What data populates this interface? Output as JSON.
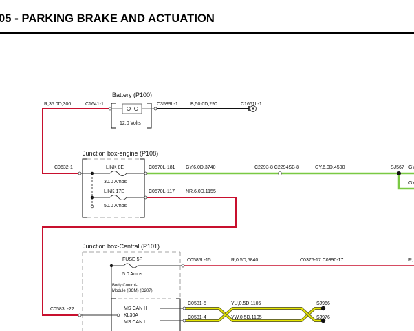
{
  "header": {
    "title": "05 - PARKING BRAKE AND ACTUATION"
  },
  "colors": {
    "red": "#c8102e",
    "black": "#111111",
    "green": "#7ac943",
    "grey": "#999999",
    "yellow": "#e6e600",
    "olive": "#6b6b2a"
  },
  "battery": {
    "title": "Battery (P100)",
    "voltage": "12.0 Volts"
  },
  "jb_engine": {
    "title": "Junction box-engine (P108)",
    "fuse1": "LINK 8E",
    "amps1": "30.0 Amps",
    "fuse2": "LINK 17E",
    "amps2": "50.0 Amps"
  },
  "jb_central": {
    "title": "Junction box-Central (P101)",
    "fuse": "FUSE 5P",
    "amps": "5.0 Amps"
  },
  "bcm": {
    "title_line1": "Body Control-",
    "title_line2": "Module (BCM) (D207)",
    "pin1": "MS CAN H",
    "pin2": "KL30A",
    "pin3": "MS CAN L"
  },
  "labels": {
    "bat_left_wire": "R,35.0D,300",
    "bat_left_conn": "C1641-1",
    "bat_right_conn": "C3589L-1",
    "bat_right_wire": "B,50.0D,290",
    "ground_conn": "C1661L-1",
    "eng_in_conn": "C0632-1",
    "eng_out1_conn": "C0570L-181",
    "eng_out1_wire": "GY,6.0D,3740",
    "splice_conn": "C2293-8 C2294SB-8",
    "eng_out1_wire2": "GY,6.0D,4500",
    "sj567": "SJ567",
    "right_cut1": "GY",
    "right_cut2": "GY",
    "eng_out2_conn": "C0570L-117",
    "eng_out2_wire": "NR,6.0D,1155",
    "cen_in_conn": "C0583L-22",
    "cen_out_conn": "C0585L-15",
    "cen_out_wire": "R,0.5D,5840",
    "cen_splice_conn": "C0376-17 C0390-17",
    "right_cut3": "R,",
    "can_h_conn": "C0581-5",
    "can_h_wire": "YU,0.5D,1105",
    "can_h_sj": "SJ966",
    "can_l_conn": "C0581-4",
    "can_l_wire": "YW,0.5D,1105",
    "can_l_sj": "SJ976"
  }
}
